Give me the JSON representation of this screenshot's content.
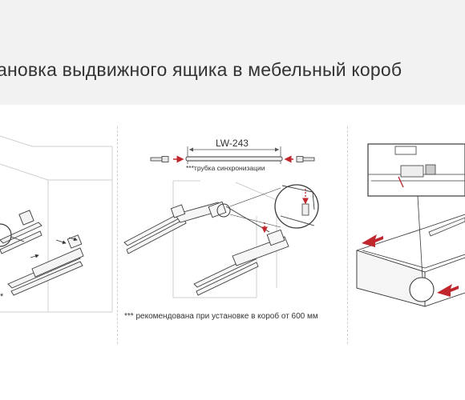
{
  "title": "ановка выдвижного ящика в мебельный короб",
  "diagram": {
    "part_label": "LW-243",
    "tube_label": "***трубка синхронизации",
    "footnote": "*** рекомендована при установке в короб от 600 мм",
    "asterisk_mark": "*"
  },
  "colors": {
    "header_bg": "#f2f2f2",
    "accent_arrow": "#c0272d",
    "line": "#3a3a3a",
    "light_line": "#bdbdbd"
  }
}
